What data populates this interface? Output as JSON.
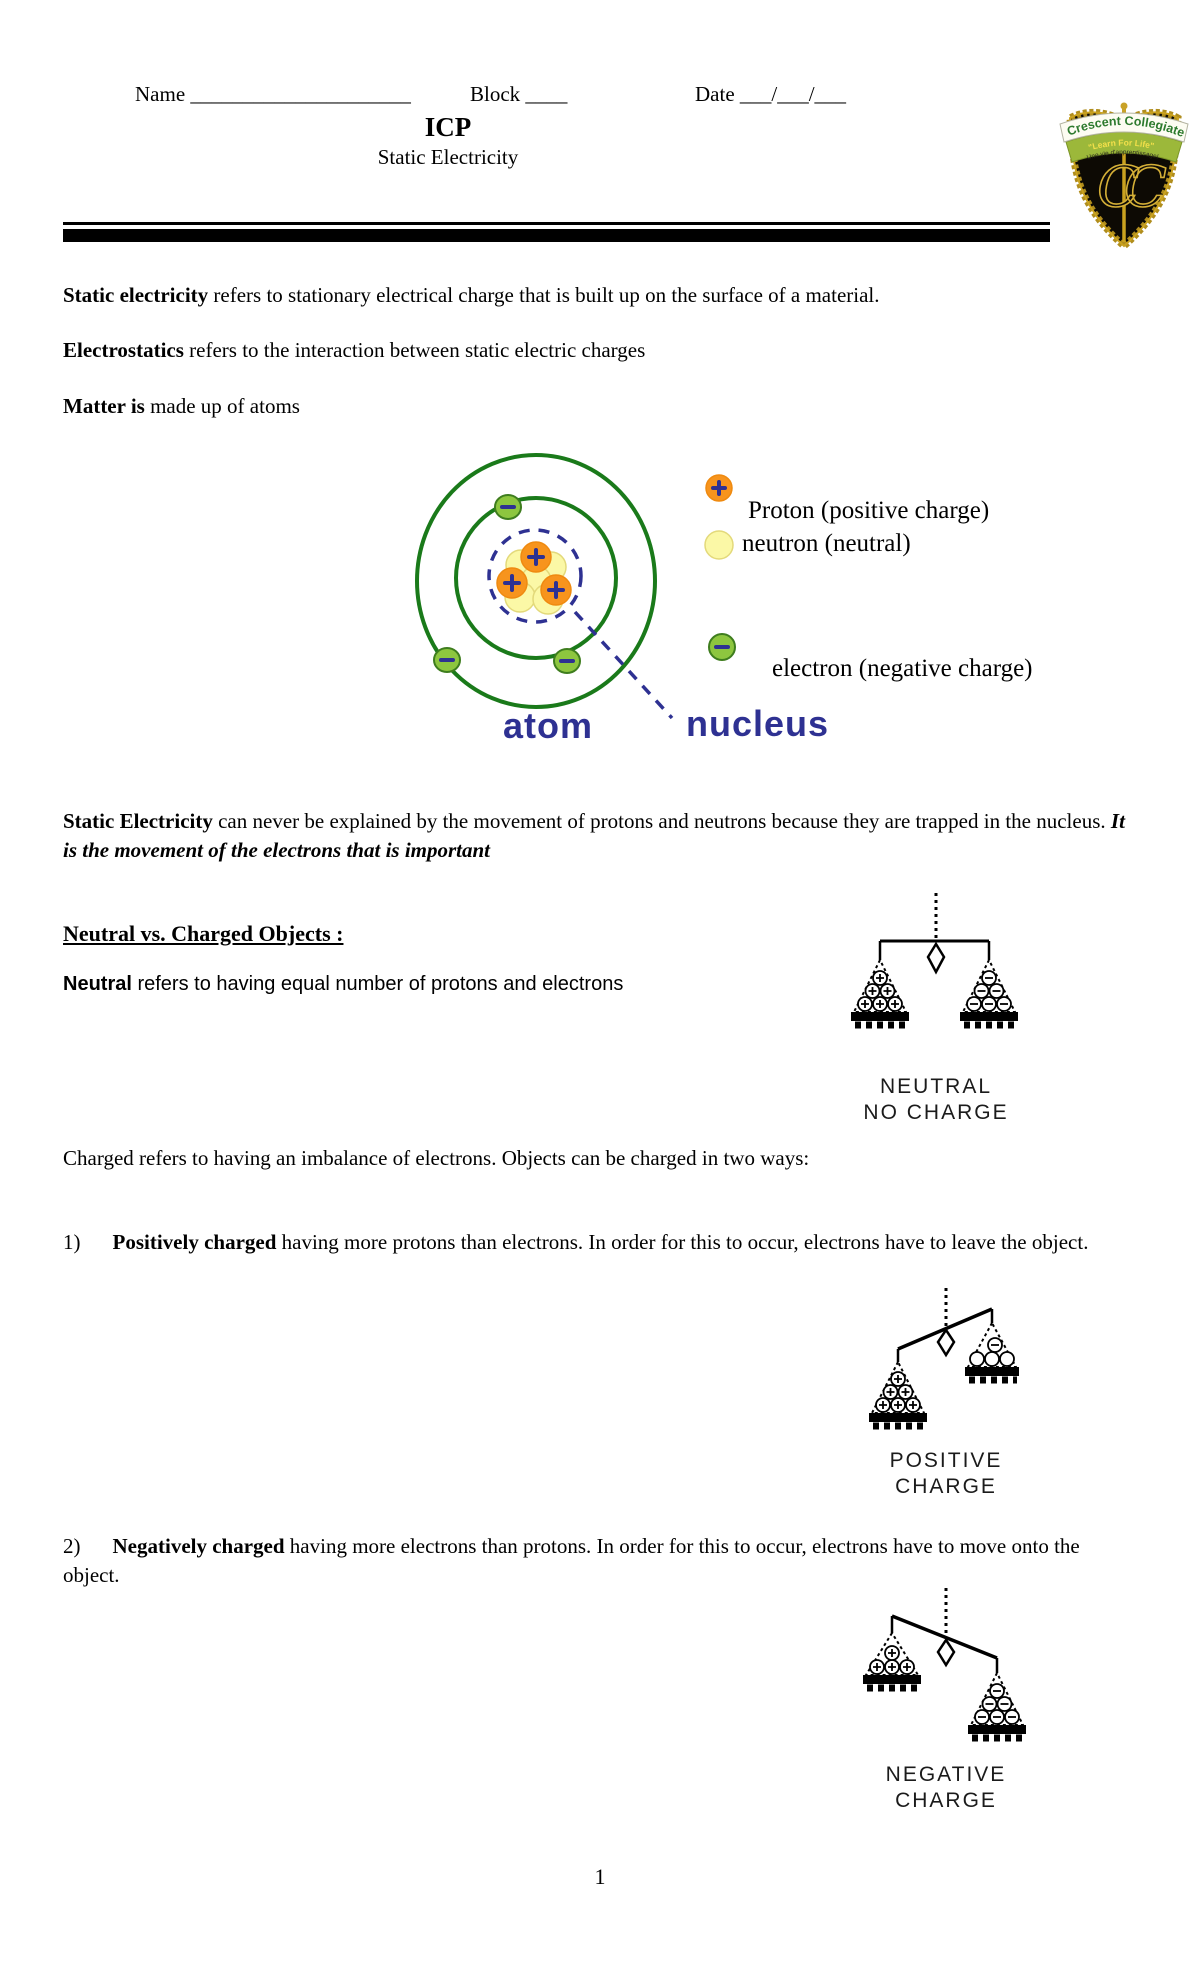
{
  "header": {
    "name_label": "Name _____________________",
    "block_label": "Block ____",
    "date_label": "Date ___/___/___"
  },
  "title": {
    "course": "ICP",
    "subtitle": "Static Electricity"
  },
  "logo": {
    "school": "Crescent Collegiate",
    "motto": "\"Learn For Life\"",
    "motto_fr": "Une vie d'apprentissage!",
    "monogram": "CC"
  },
  "paragraphs": {
    "p1_bold": "Static electricity",
    "p1_rest": " refers to  stationary electrical charge that is built up on the surface of a material.",
    "p2_bold": "Electrostatics",
    "p2_rest": " refers to the interaction between static electric charges",
    "p3_bold": "Matter is",
    "p3_rest": " made up of atoms",
    "p4_bold": "Static Electricity",
    "p4_mid": "  can never be explained by the movement of protons and neutrons because they are trapped in the nucleus. ",
    "p4_bolditalic": "It is the movement of the electrons that is important"
  },
  "atom_figure": {
    "label_atom": "atom",
    "label_nucleus": "nucleus",
    "legend": {
      "proton": "Proton (positive charge)",
      "neutron": "neutron (neutral)",
      "electron": "electron (negative charge)"
    },
    "colors": {
      "orbit_green": "#1a7a1a",
      "navy": "#2e3192",
      "proton_orange": "#f7941d",
      "neutron_yellow": "#fbf8a6",
      "electron_green": "#8dc63f"
    }
  },
  "charges": {
    "heading": "Neutral vs. Charged Objects :",
    "neutral_bold": "Neutral",
    "neutral_rest": " refers to having equal  number of protons and electrons",
    "charged_text": "Charged refers to having an imbalance of electrons.  Objects can be charged in two ways:",
    "item1_num": "1)",
    "item1_bold": "Positively  charged",
    "item1_rest": " having more protons than electrons. In order for this to occur, electrons have to leave the object.",
    "item2_num": "2)",
    "item2_bold": "Negatively charged",
    "item2_rest": " having more electrons than protons. In order for this to occur, electrons have to move onto the object.",
    "captions": {
      "neutral_line1": "NEUTRAL",
      "neutral_line2": "NO CHARGE",
      "positive_line1": "POSITIVE",
      "positive_line2": "CHARGE",
      "negative_line1": "NEGATIVE",
      "negative_line2": "CHARGE"
    }
  },
  "footer": {
    "page_number": "1"
  }
}
